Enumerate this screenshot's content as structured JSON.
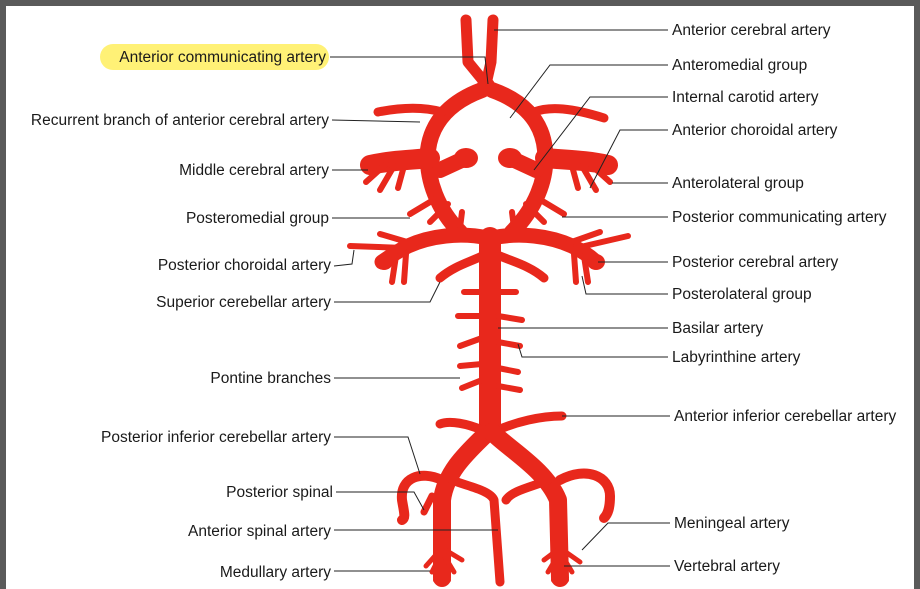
{
  "colors": {
    "artery": "#e8281c",
    "artery_edge": "#b0140c",
    "highlight": "#fff176",
    "frame": "#5a5a5a",
    "text": "#1a1a1a"
  },
  "labels": {
    "left": {
      "anterior_communicating": "Anterior communicating artery",
      "recurrent_branch": "Recurrent branch of anterior cerebral artery",
      "middle_cerebral": "Middle cerebral artery",
      "posteromedial_group": "Posteromedial group",
      "posterior_choroidal": "Posterior choroidal artery",
      "superior_cerebellar": "Superior cerebellar artery",
      "pontine_branches": "Pontine branches",
      "pica": "Posterior inferior cerebellar artery",
      "posterior_spinal": "Posterior spinal",
      "anterior_spinal": "Anterior spinal artery",
      "medullary": "Medullary artery"
    },
    "right": {
      "anterior_cerebral": "Anterior cerebral artery",
      "anteromedial_group": "Anteromedial group",
      "internal_carotid": "Internal carotid artery",
      "anterior_choroidal": "Anterior choroidal artery",
      "anterolateral_group": "Anterolateral group",
      "posterior_communicating": "Posterior communicating artery",
      "posterior_cerebral": "Posterior cerebral artery",
      "posterolateral_group": "Posterolateral group",
      "basilar": "Basilar artery",
      "labyrinthine": "Labyrinthine artery",
      "aica": "Anterior inferior cerebellar artery",
      "meningeal": "Meningeal artery",
      "vertebral": "Vertebral artery"
    }
  }
}
